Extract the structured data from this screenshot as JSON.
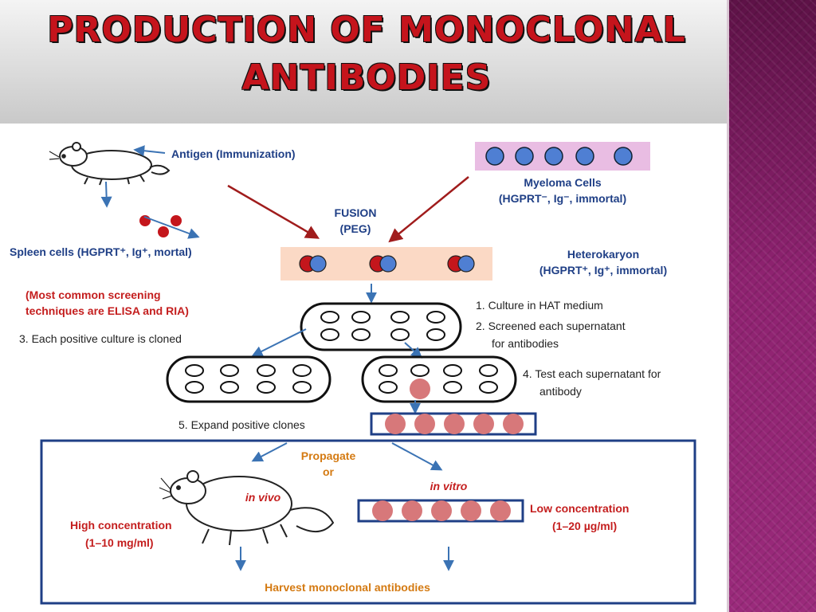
{
  "slide": {
    "title_line1": "PRODUCTION OF MONOCLONAL",
    "title_line2": "ANTIBODIES"
  },
  "diagram": {
    "antigen": "Antigen (Immunization)",
    "myeloma_line1": "Myeloma Cells",
    "myeloma_line2": "(HGPRT⁻, Ig⁻, immortal)",
    "fusion_line1": "FUSION",
    "fusion_line2": "(PEG)",
    "spleen": "Spleen cells (HGPRT⁺, Ig⁺, mortal)",
    "heterokaryon_line1": "Heterokaryon",
    "heterokaryon_line2": "(HGPRT⁺, Ig⁺, immortal)",
    "screening_line1": "(Most common screening",
    "screening_line2": "techniques are ELISA and RIA)",
    "step3": "3. Each positive culture is cloned",
    "step1": "1. Culture in HAT medium",
    "step2_line1": "2. Screened each supernatant",
    "step2_line2": "for antibodies",
    "step4_line1": "4. Test each supernatant for",
    "step4_line2": "antibody",
    "step5": "5. Expand positive clones",
    "propagate_line1": "Propagate",
    "propagate_line2": "or",
    "in_vivo": "in vivo",
    "in_vitro": "in vitro",
    "high_line1": "High concentration",
    "high_line2": "(1–10 mg/ml)",
    "low_line1": "Low concentration",
    "low_line2": "(1–20 µg/ml)",
    "harvest": "Harvest monoclonal antibodies"
  },
  "colors": {
    "title": "#c5141c",
    "sidebar": "#7d1a5e",
    "arrow_red": "#a01c1c",
    "arrow_blue": "#3b73b4",
    "cell_blue": "#4f7fd3",
    "cell_red": "#c4161c",
    "clone_pink": "#d7787a",
    "myeloma_band": "#e9bde3",
    "fusion_band": "#fbd9c5",
    "label_red": "#c41e1e",
    "label_orange": "#d47a12",
    "label_blue": "#1f3f86",
    "label_dark": "#222222"
  }
}
